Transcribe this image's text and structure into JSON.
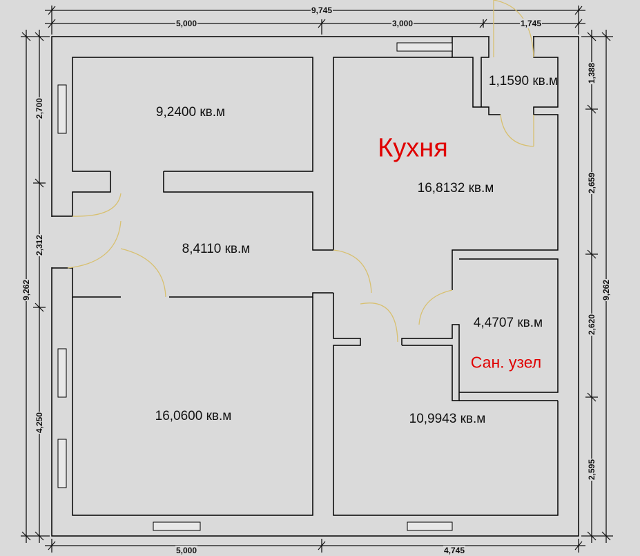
{
  "dimensions": {
    "top_total": "9,745",
    "top_segments": [
      "5,000",
      "3,000",
      "1,745"
    ],
    "bottom_segments": [
      "5,000",
      "4,745"
    ],
    "left_total": "9,262",
    "left_segments": [
      "2,700",
      "2,312",
      "4,250"
    ],
    "right_total": "9,262",
    "right_segments": [
      "1,388",
      "2,659",
      "2,620",
      "2,595"
    ]
  },
  "rooms": {
    "bedroom_top_left": "9,2400 кв.м",
    "hall": "8,4110 кв.м",
    "bedroom_bottom_left": "16,0600 кв.м",
    "kitchen_title": "Кухня",
    "kitchen_area": "16,8132 кв.м",
    "vestibule": "1,1590 кв.м",
    "bathroom_area": "4,4707 кв.м",
    "bathroom_title": "Сан. узел",
    "room_bottom_right": "10,9943 кв.м"
  },
  "colors": {
    "wall": "#000000",
    "door": "#d8c070",
    "accent_label": "#e00000",
    "background": "#dadada"
  }
}
